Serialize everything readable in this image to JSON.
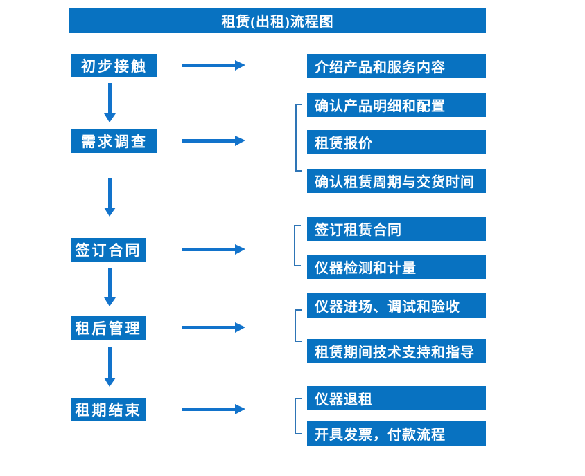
{
  "title": "租赁(出租)流程图",
  "colors": {
    "box_fill": "#0872c1",
    "arrow_fill": "#1273cb",
    "bracket_stroke": "#2e75b6",
    "text": "#ffffff",
    "background": "#ffffff"
  },
  "flow": [
    {
      "step": "初步接触",
      "details": [
        "介绍产品和服务内容"
      ]
    },
    {
      "step": "需求调查",
      "details": [
        "确认产品明细和配置",
        "租赁报价",
        "确认租赁周期与交货时间"
      ]
    },
    {
      "step": "签订合同",
      "details": [
        "签订租赁合同",
        "仪器检测和计量"
      ]
    },
    {
      "step": "租后管理",
      "details": [
        "仪器进场、调试和验收",
        "租赁期间技术支持和指导"
      ]
    },
    {
      "step": "租期结束",
      "details": [
        "仪器退租",
        "开具发票，付款流程"
      ]
    }
  ]
}
